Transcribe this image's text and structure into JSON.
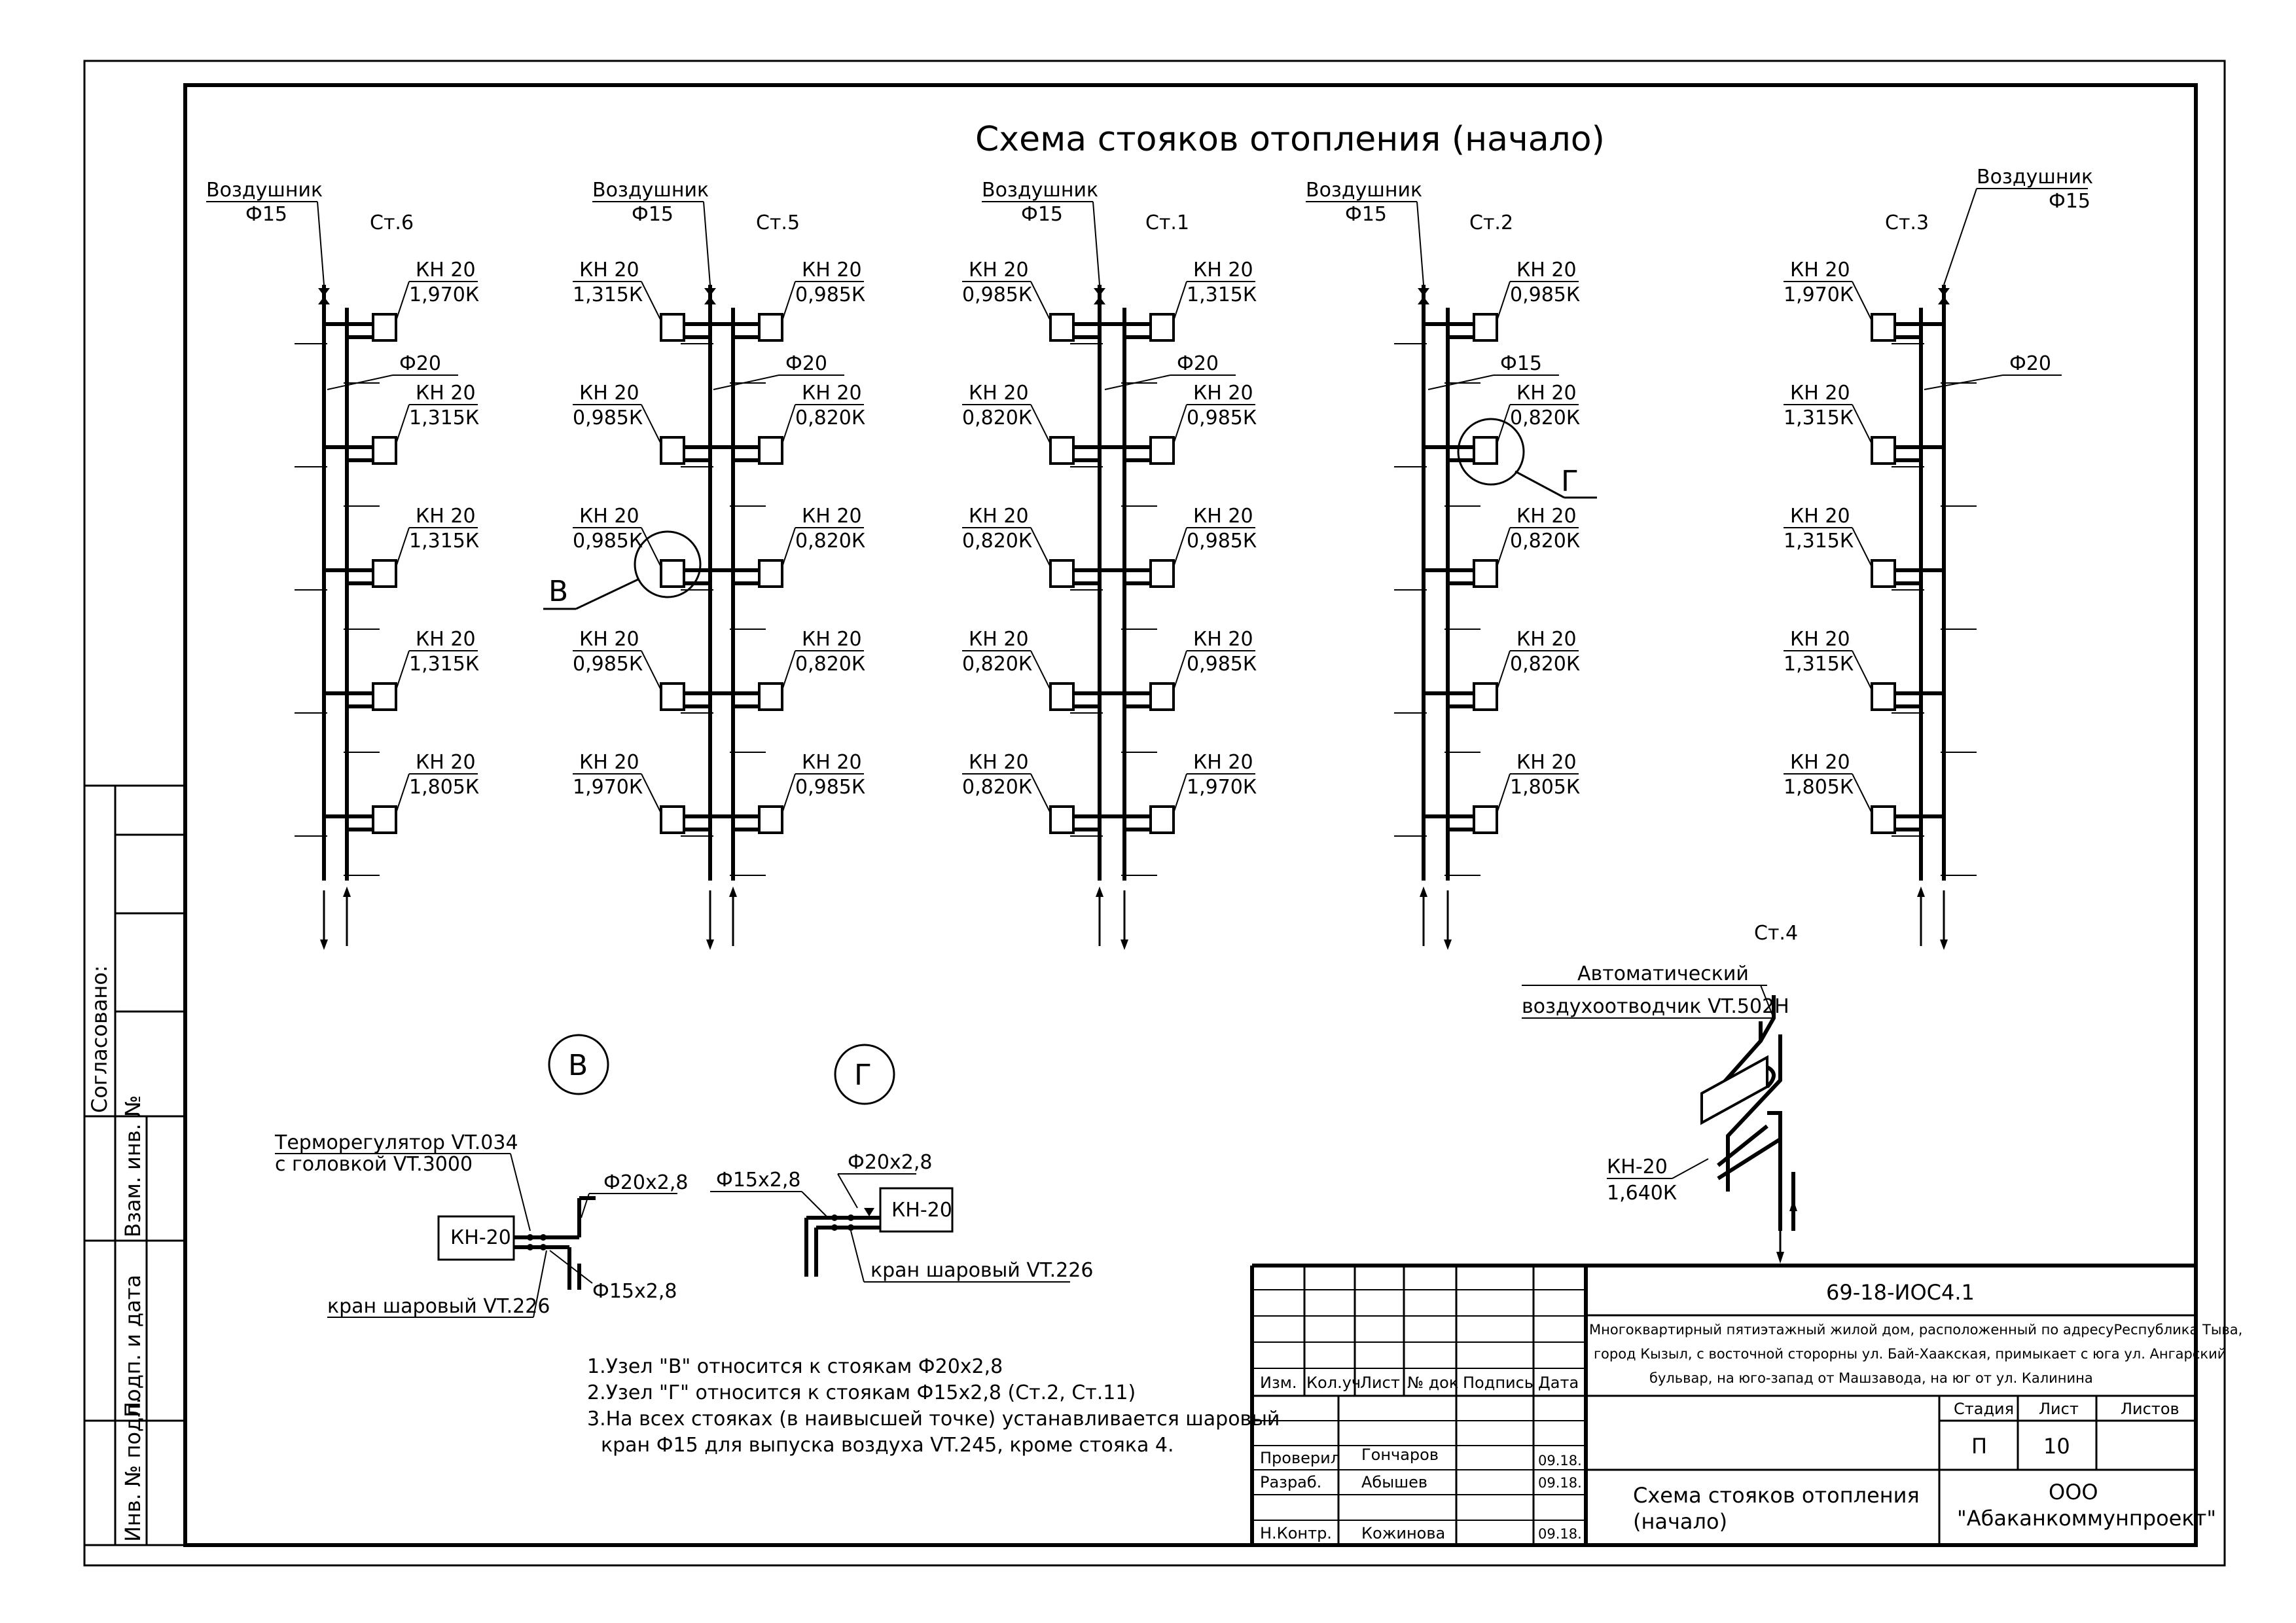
{
  "title": "Схема стояков отопления (начало)",
  "vent_label": "Воздушник",
  "rad_label": "КН 20",
  "risers": [
    {
      "name": "Ст.6",
      "vent_d": "Ф15",
      "pipe_d": "Ф20",
      "left": [
        "",
        "",
        "",
        "",
        ""
      ],
      "right": [
        "1,970К",
        "1,315К",
        "1,315К",
        "1,315К",
        "1,805К"
      ]
    },
    {
      "name": "Ст.5",
      "vent_d": "Ф15",
      "pipe_d": "Ф20",
      "left": [
        "1,315К",
        "0,985К",
        "0,985К",
        "0,985К",
        "1,970К"
      ],
      "right": [
        "0,985К",
        "0,820К",
        "0,820К",
        "0,820К",
        "0,985К"
      ]
    },
    {
      "name": "Ст.1",
      "vent_d": "Ф15",
      "pipe_d": "Ф20",
      "left": [
        "0,985К",
        "0,820К",
        "0,820К",
        "0,820К",
        "0,820К"
      ],
      "right": [
        "1,315К",
        "0,985К",
        "0,985К",
        "0,985К",
        "1,970К"
      ]
    },
    {
      "name": "Ст.2",
      "vent_d": "Ф15",
      "pipe_d": "Ф15",
      "left": [
        "",
        "",
        "",
        "",
        ""
      ],
      "right": [
        "0,985К",
        "0,820К",
        "0,820К",
        "0,820К",
        "1,805К"
      ]
    },
    {
      "name": "Ст.3",
      "vent_d": "Ф15",
      "pipe_d": "Ф20",
      "left": [
        "1,970К",
        "1,315К",
        "1,315К",
        "1,315К",
        "1,805К"
      ],
      "right": [
        "",
        "",
        "",
        "",
        ""
      ]
    }
  ],
  "node_marks": {
    "b": "В",
    "g": "Г"
  },
  "st4": {
    "name": "Ст.4",
    "auto_vent_1": "Автоматический",
    "auto_vent_2": "воздухоотводчик VT.502H",
    "rad": "КН-20",
    "rad_value": "1,640К"
  },
  "detail_b": {
    "mark": "В",
    "thermo_1": "Терморегулятор VT.034",
    "thermo_2": "с головкой VT.3000",
    "rad": "КН-20",
    "pipe_top": "Ф20х2,8",
    "pipe_bottom": "Ф15х2,8",
    "valve": "кран шаровый VT.226"
  },
  "detail_g": {
    "mark": "Г",
    "pipe_left": "Ф15х2,8",
    "pipe_top": "Ф20х2,8",
    "rad": "КН-20",
    "valve": "кран шаровый VT.226"
  },
  "notes": [
    "1.Узел \"В\" относится к стоякам Ф20х2,8",
    "2.Узел \"Г\" относится к стоякам Ф15х2,8 (Ст.2, Ст.11)",
    "3.На всех стояках (в наивысшей точке) устанавливается шаровый",
    "кран Ф15 для выпуска воздуха VT.245, кроме стояка 4."
  ],
  "side_stamp": {
    "agreed": "Согласовано:",
    "inv_repl": "Взам. инв. №",
    "sign_date": "Подп. и дата",
    "inv_orig": "Инв. № подл."
  },
  "title_block": {
    "code": "69-18-ИОС4.1",
    "desc_1": "Многоквартирный пятиэтажный жилой дом, расположенный по адресуРеспублика Тыва,",
    "desc_2": "город Кызыл, с восточной сторорны ул. Бай-Хаакская, примыкает с юга ул. Ангарский",
    "desc_3": "бульвар, на юго-запад от Машзавода, на юг от ул. Калинина",
    "headers": [
      "Изм.",
      "Кол.уч",
      "Лист",
      "№ док",
      "Подпись",
      "Дата"
    ],
    "people": [
      {
        "role": "Проверил",
        "name": "Гончаров",
        "date": "09.18."
      },
      {
        "role": "Разраб.",
        "name": "Абышев",
        "date": "09.18."
      },
      {
        "role": "Н.Контр.",
        "name": "Кожинова",
        "date": "09.18."
      }
    ],
    "stage_h": "Стадия",
    "sheet_h": "Лист",
    "sheets_h": "Листов",
    "stage": "П",
    "sheet": "10",
    "sheets": "",
    "drawing_1": "Схема стояков отопления",
    "drawing_2": "(начало)",
    "org_1": "ООО",
    "org_2": "\"Абаканкоммунпроект\""
  }
}
